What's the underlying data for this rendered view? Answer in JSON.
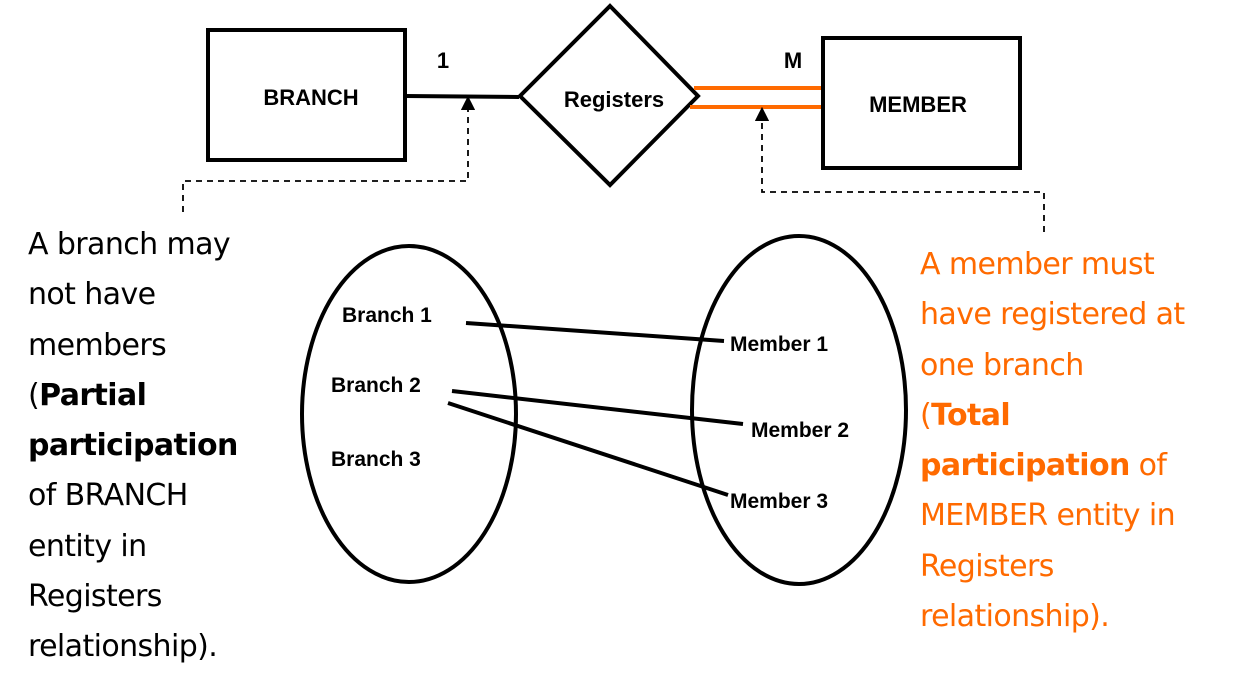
{
  "colors": {
    "line": "#000000",
    "accent": "#FF6A00",
    "background": "#FFFFFF"
  },
  "er": {
    "entity_left": "BRANCH",
    "relationship": "Registers",
    "entity_right": "MEMBER",
    "cardinality_left": "1",
    "cardinality_right": "M",
    "left_participation": "partial",
    "right_participation": "total"
  },
  "instances": {
    "branches": [
      "Branch 1",
      "Branch 2",
      "Branch 3"
    ],
    "members": [
      "Member 1",
      "Member 2",
      "Member 3"
    ],
    "links": [
      {
        "from": "Branch 1",
        "to": "Member 1"
      },
      {
        "from": "Branch 2",
        "to": "Member 2"
      },
      {
        "from": "Branch 2",
        "to": "Member 3"
      }
    ]
  },
  "notes": {
    "left": {
      "lines": [
        {
          "text": "A branch may"
        },
        {
          "text": "not have"
        },
        {
          "text": "members"
        },
        {
          "pre": "(",
          "bold": "Partial"
        },
        {
          "bold": "participation"
        },
        {
          "text": "of BRANCH"
        },
        {
          "text": "entity in"
        },
        {
          "text": "Registers"
        },
        {
          "text": "relationship)."
        }
      ]
    },
    "right": {
      "lines": [
        {
          "text": "A member must"
        },
        {
          "text": "have registered at"
        },
        {
          "text": "one branch"
        },
        {
          "pre": "(",
          "bold": "Total"
        },
        {
          "bold": "participation",
          "post": " of"
        },
        {
          "text": "MEMBER entity in"
        },
        {
          "text": "Registers"
        },
        {
          "text": "relationship)."
        }
      ]
    }
  }
}
